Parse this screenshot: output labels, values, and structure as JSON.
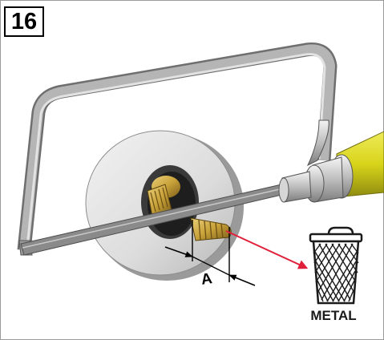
{
  "step": {
    "number": "16"
  },
  "dimension": {
    "label": "A"
  },
  "bin": {
    "label": "METAL",
    "icon": "recycle-bin-icon"
  },
  "colors": {
    "handle": "#d8d41a",
    "brass": "#c9a23a",
    "arrow": "#e0203a",
    "frame_steel": "#a9a9a9",
    "ring": "#e6e6e6"
  }
}
